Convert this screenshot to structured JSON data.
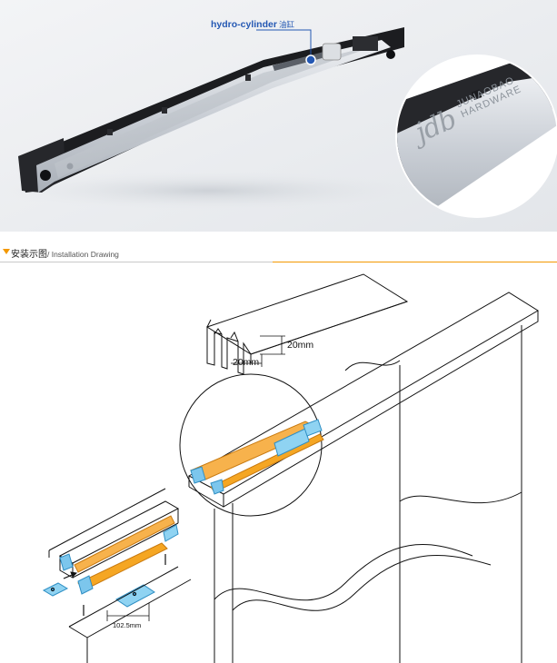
{
  "photo": {
    "callout": {
      "label": "hydro-cylinder",
      "label_cn": "油缸"
    },
    "brand": {
      "logo_text": "jdb",
      "line1": "JUNAOBAO",
      "line2": "HARDWARE"
    }
  },
  "section": {
    "title_cn": "安装示图",
    "title_en": "/ Installation Drawing",
    "accent_color": "#f39800"
  },
  "drawing": {
    "dim_width": "20mm",
    "dim_height": "20mm",
    "dim_offset": "102.5mm"
  },
  "colors": {
    "blue_callout": "#2458b3",
    "orange": "#f5a623",
    "cyan": "#8fd3f2"
  }
}
